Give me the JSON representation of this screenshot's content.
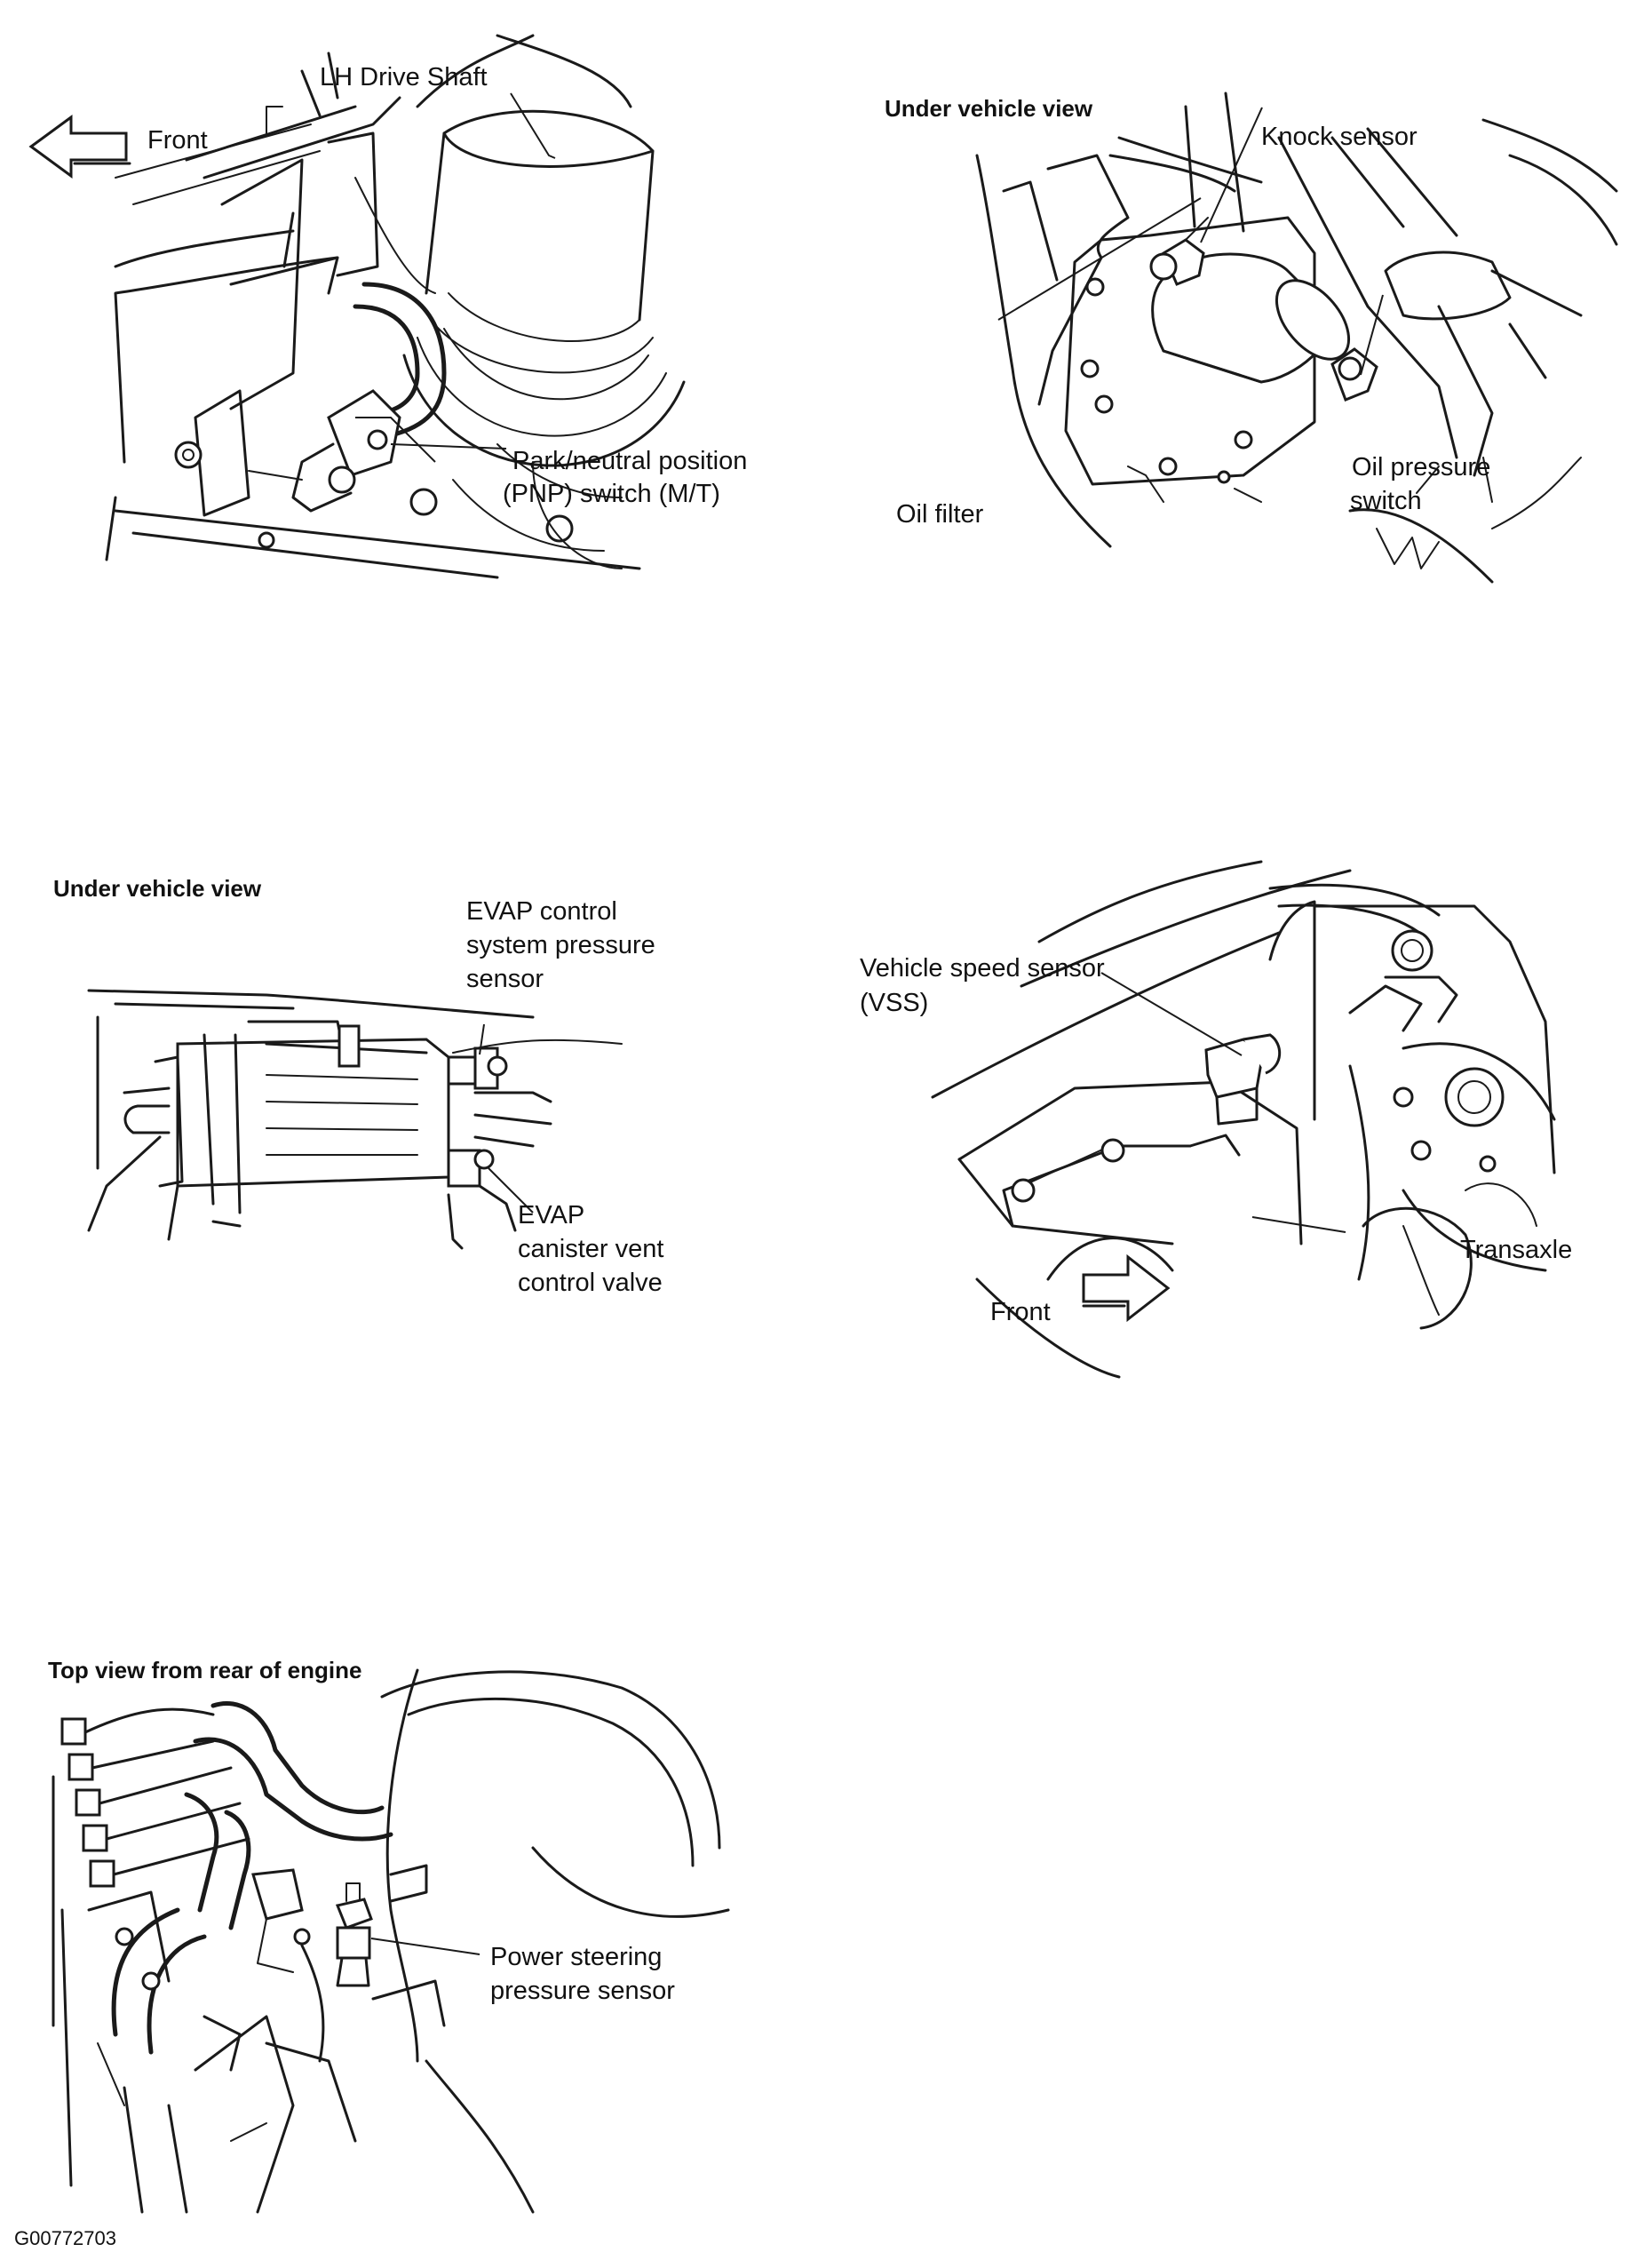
{
  "panel1": {
    "label_drive_shaft": "LH Drive Shaft",
    "label_front": "Front",
    "label_pnp_line1": "Park/neutral position",
    "label_pnp_line2": "(PNP) switch (M/T)"
  },
  "panel2": {
    "heading": "Under vehicle view",
    "label_knock_sensor": "Knock sensor",
    "label_oil_filter": "Oil filter",
    "label_oil_pressure_line1": "Oil pressure",
    "label_oil_pressure_line2": "switch"
  },
  "panel3": {
    "heading": "Under vehicle view",
    "label_evap_sensor_line1": "EVAP control",
    "label_evap_sensor_line2": "system pressure",
    "label_evap_sensor_line3": "sensor",
    "label_evap_valve_line1": "EVAP",
    "label_evap_valve_line2": "canister vent",
    "label_evap_valve_line3": "control valve"
  },
  "panel4": {
    "label_vss_line1": "Vehicle speed sensor",
    "label_vss_line2": "(VSS)",
    "label_transaxle": "Transaxle",
    "label_front": "Front"
  },
  "panel5": {
    "heading": "Top view from rear of engine",
    "label_ps_line1": "Power steering",
    "label_ps_line2": "pressure sensor"
  },
  "figure_id": "G00772703",
  "icons": {
    "arrow_left": "front-arrow-left-icon",
    "arrow_right": "front-arrow-right-icon"
  }
}
